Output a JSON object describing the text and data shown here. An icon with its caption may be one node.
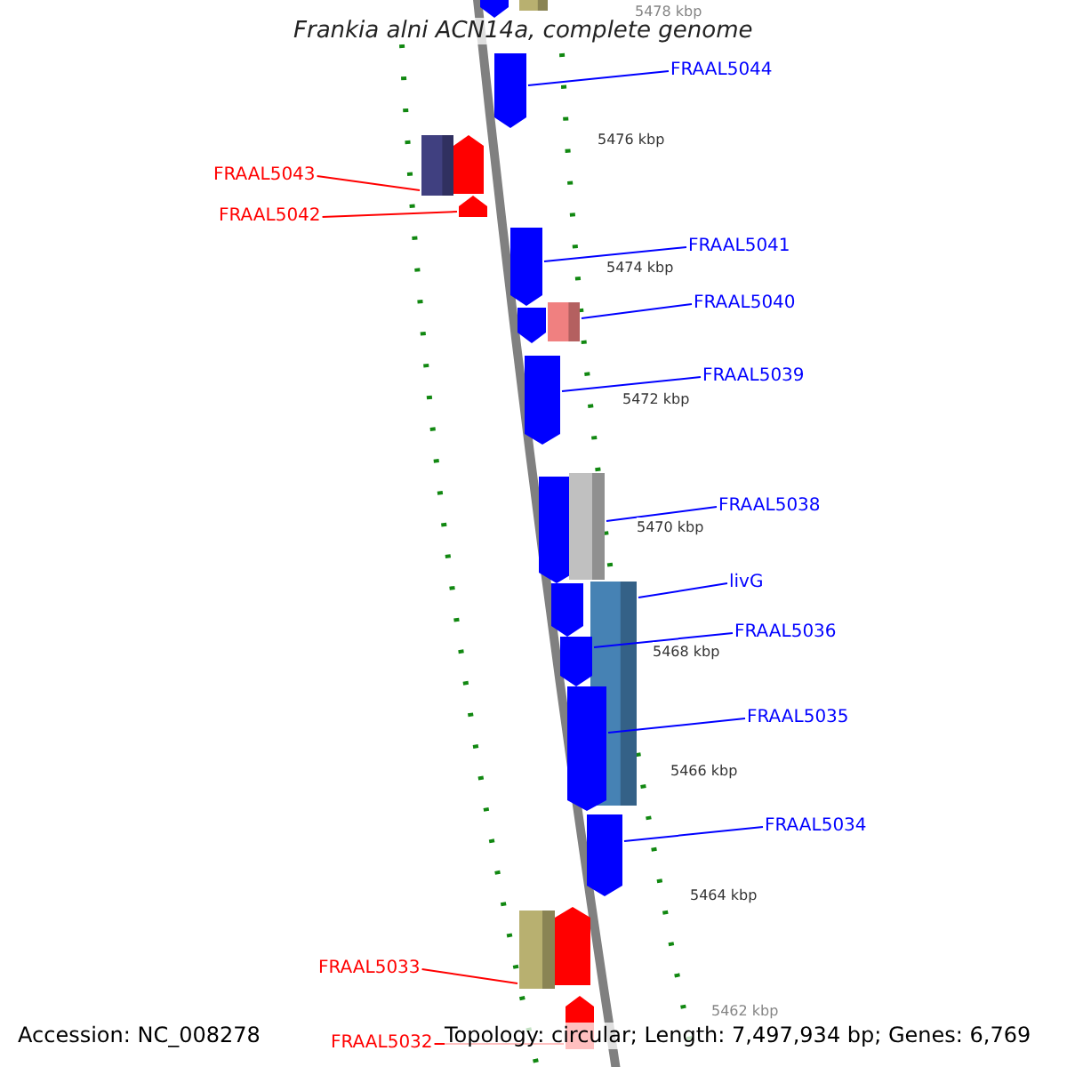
{
  "diagram": {
    "title": "Frankia alni ACN14a, complete genome",
    "nodes": [
      {
        "text": [
          "FRAAL5044"
        ]
      },
      {
        "text": [
          "FRAAL5043"
        ]
      },
      {
        "text": [
          "FRAAL5042"
        ]
      },
      {
        "text": [
          "FRAAL5041"
        ]
      },
      {
        "text": [
          "FRAAL5040"
        ]
      },
      {
        "text": [
          "FRAAL5039"
        ]
      },
      {
        "text": [
          "FRAAL5038"
        ]
      },
      {
        "text": [
          "livG"
        ]
      },
      {
        "text": [
          "FRAAL5036"
        ]
      },
      {
        "text": [
          "FRAAL5035"
        ]
      },
      {
        "text": [
          "FRAAL5034"
        ]
      },
      {
        "text": [
          "FRAAL5033"
        ]
      },
      {
        "text": [
          "FRAAL5032"
        ]
      },
      {
        "text": [],
        "shape": "pentagon"
      },
      {
        "text": [],
        "shape": "box"
      },
      {
        "text": [],
        "shape": "pentagon"
      },
      {
        "text": [],
        "shape": "box"
      },
      {
        "text": [],
        "shape": "pentagon"
      },
      {
        "text": [],
        "shape": "pentagon"
      },
      {
        "text": [],
        "shape": "pentagon"
      },
      {
        "text": [],
        "shape": "pentagon"
      },
      {
        "text": [],
        "shape": "box"
      },
      {
        "text": [],
        "shape": "pentagon"
      },
      {
        "text": [],
        "shape": "pentagon"
      },
      {
        "text": [],
        "shape": "box"
      },
      {
        "text": [],
        "shape": "box"
      },
      {
        "text": [],
        "shape": "pentagon"
      },
      {
        "text": [],
        "shape": "pentagon"
      },
      {
        "text": [],
        "shape": "pentagon"
      },
      {
        "text": [],
        "shape": "pentagon"
      },
      {
        "text": [],
        "shape": "box"
      },
      {
        "text": [],
        "shape": "pentagon"
      },
      {
        "text": [],
        "shape": "pentagon"
      }
    ],
    "edges": [
      {
        "from": 0,
        "to": 15,
        "arrow": "none"
      },
      {
        "from": 1,
        "to": 16,
        "arrow": "none",
        "color": "#ff0000"
      },
      {
        "from": 2,
        "to": 18,
        "arrow": "none",
        "color": "#ff0000"
      },
      {
        "from": 3,
        "to": 19,
        "arrow": "none"
      },
      {
        "from": 4,
        "to": 21,
        "arrow": "none"
      },
      {
        "from": 5,
        "to": 22,
        "arrow": "none"
      },
      {
        "from": 6,
        "to": 24,
        "arrow": "none"
      },
      {
        "from": 7,
        "to": 25,
        "arrow": "none"
      },
      {
        "from": 8,
        "to": 27,
        "arrow": "none"
      },
      {
        "from": 9,
        "to": 28,
        "arrow": "none"
      },
      {
        "from": 10,
        "to": 29,
        "arrow": "none"
      },
      {
        "from": 11,
        "to": 30,
        "arrow": "none",
        "color": "#ff0000"
      },
      {
        "from": 12,
        "to": 32,
        "arrow": "none",
        "color": "#ff0000"
      }
    ],
    "labels": [
      "5478 kbp",
      "5476 kbp",
      "5474 kbp",
      "5472 kbp",
      "5470 kbp",
      "5468 kbp",
      "5466 kbp",
      "5464 kbp",
      "5462 kbp",
      "Accession: NC_008278",
      "Topology: circular; Length: 7,497,934 bp; Genes: 6,769"
    ]
  }
}
